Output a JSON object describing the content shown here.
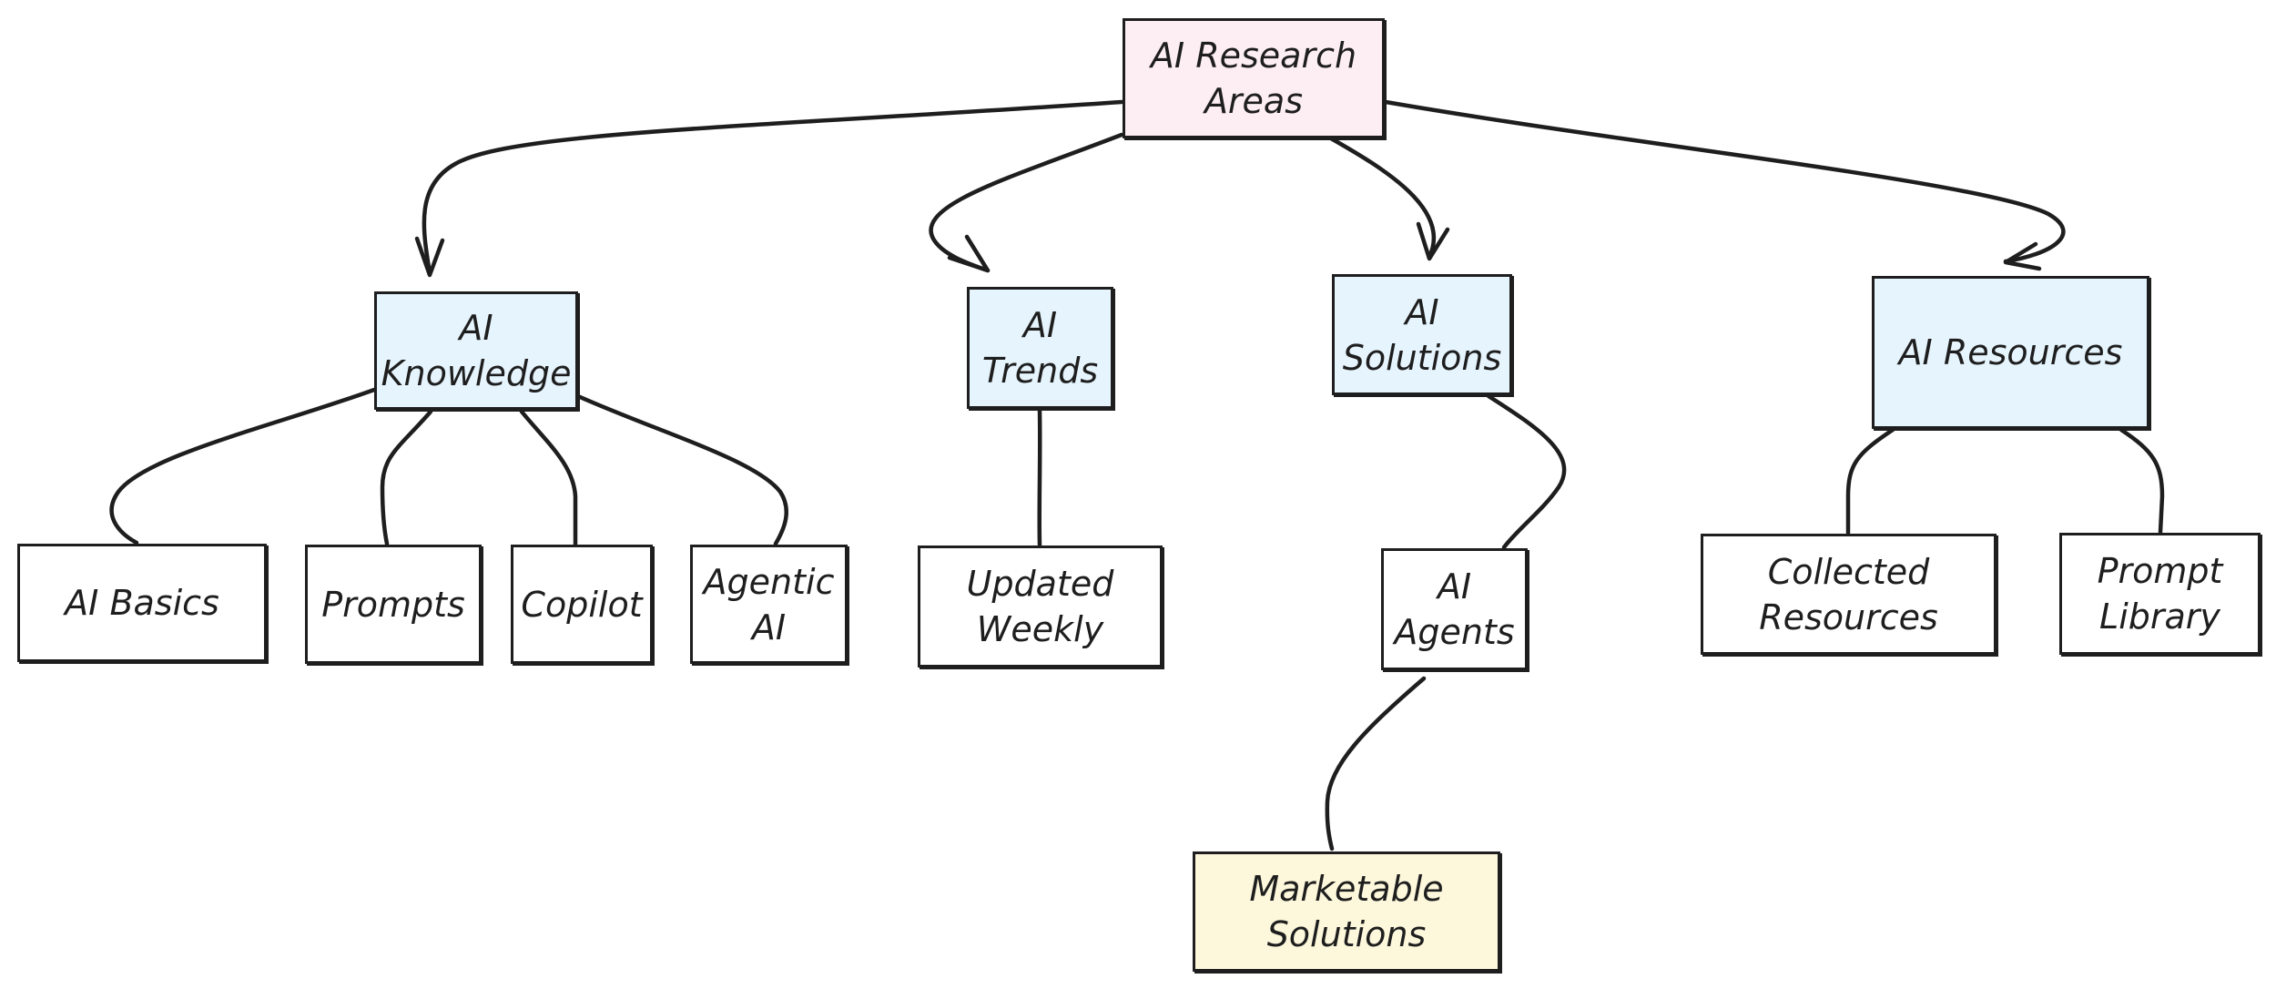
{
  "diagram": {
    "root": {
      "label_line1": "AI Research",
      "label_line2": "Areas"
    },
    "categories": {
      "knowledge": {
        "label_line1": "AI",
        "label_line2": "Knowledge"
      },
      "trends": {
        "label_line1": "AI",
        "label_line2": "Trends"
      },
      "solutions": {
        "label_line1": "AI",
        "label_line2": "Solutions"
      },
      "resources": {
        "label_line1": "AI Resources"
      }
    },
    "leaves": {
      "basics": {
        "label_line1": "AI Basics"
      },
      "prompts": {
        "label_line1": "Prompts"
      },
      "copilot": {
        "label_line1": "Copilot"
      },
      "agentic": {
        "label_line1": "Agentic",
        "label_line2": "AI"
      },
      "weekly": {
        "label_line1": "Updated",
        "label_line2": "Weekly"
      },
      "agents": {
        "label_line1": "AI",
        "label_line2": "Agents"
      },
      "collected": {
        "label_line1": "Collected",
        "label_line2": "Resources"
      },
      "promptlib": {
        "label_line1": "Prompt",
        "label_line2": "Library"
      },
      "marketable": {
        "label_line1": "Marketable",
        "label_line2": "Solutions"
      }
    },
    "colors": {
      "stroke": "#1e1e1e",
      "root_fill": "#fdeef4",
      "category_fill": "#e6f4fd",
      "leaf_fill": "#ffffff",
      "goal_fill": "#fdf8dc"
    }
  }
}
